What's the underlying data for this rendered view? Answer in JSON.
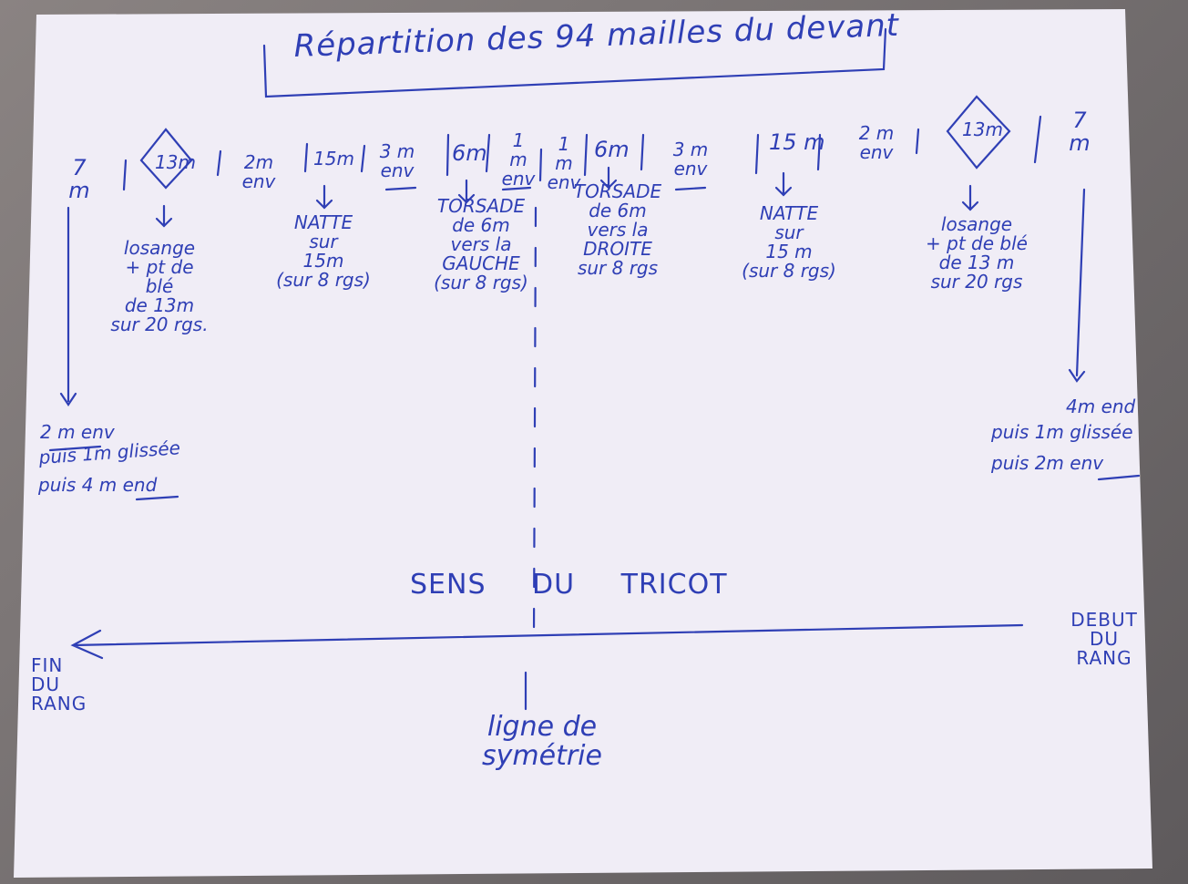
{
  "title": "Répartition des 94 mailles du devant",
  "segments": {
    "s1": "7 m",
    "s2": "13m",
    "s3": "2m env",
    "s4": "15m",
    "s5": "3 m env",
    "s6": "6m",
    "s7": "1 m env",
    "s8": "1 m env",
    "s9": "6m",
    "s10": "3 m env",
    "s11": "15 m",
    "s12": "2 m env",
    "s13": "13m",
    "s14": "7 m"
  },
  "descriptions": {
    "d_losange_left": "losange\n+ pt de\nblé\nde 13m\nsur 20 rgs.",
    "d_natte_left": "NATTE\nsur\n15m\n(sur 8 rgs)",
    "d_torsade_left": "TORSADE\nde 6m\nvers la\nGAUCHE\n(sur 8 rgs)",
    "d_torsade_right": "TORSADE\nde 6m\nvers la\nDROITE\nsur 8 rgs",
    "d_natte_right": "NATTE\nsur\n15 m\n(sur 8 rgs)",
    "d_losange_right": "losange\n+ pt de blé\nde 13 m\nsur 20 rgs"
  },
  "edge_notes": {
    "left_line1": "2 m env",
    "left_line2": "puis 1m glissée",
    "left_line3": "puis 4 m end",
    "right_line1": "4m end",
    "right_line2": "puis 1m glissée",
    "right_line3": "puis 2m env"
  },
  "direction": {
    "label": "SENS DU TRICOT",
    "end_label": "FIN\nDU\nRANG",
    "start_label": "DEBUT\nDU\nRANG"
  },
  "symmetry_label": "ligne de\nsymétrie",
  "colors": {
    "ink": "#2f3fb5",
    "paper": "#f1eef7",
    "background": "#6f6a6b"
  }
}
